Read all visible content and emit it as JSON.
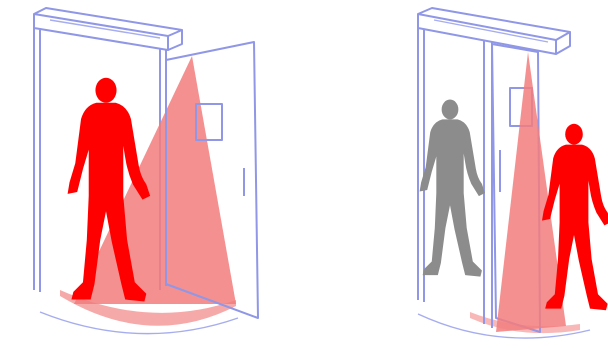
{
  "colors": {
    "frame": "#8f97e6",
    "sensor_beam": "#f27c7c",
    "floor_zone": "#f59a9a",
    "active_person": "#ff0000",
    "inactive_person": "#8c8c8c",
    "background": "#ffffff"
  },
  "panels": [
    {
      "name": "door-opening-panel",
      "door_state": "open",
      "person_state": "detected",
      "person_icon": "walking-person-icon"
    },
    {
      "name": "door-closing-panel",
      "door_state": "closing",
      "person_state": "passed-through",
      "person_icon": "walking-person-icon"
    }
  ]
}
